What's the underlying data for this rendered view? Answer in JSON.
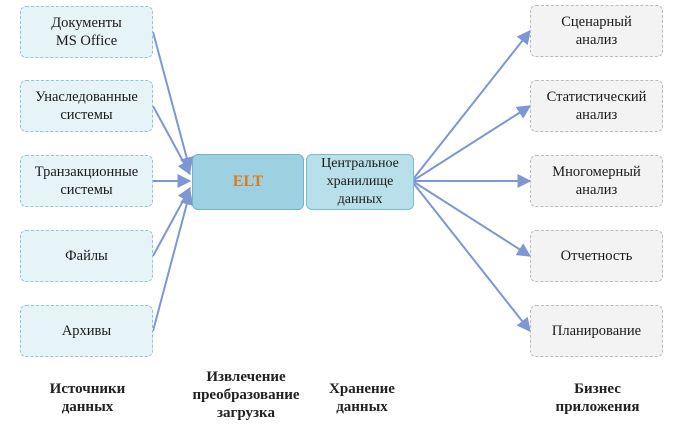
{
  "sources": [
    {
      "label": "Документы\nMS Office"
    },
    {
      "label": "Унаследованные\nсистемы"
    },
    {
      "label": "Транзакционные\nсистемы"
    },
    {
      "label": "Файлы"
    },
    {
      "label": "Архивы"
    }
  ],
  "process": {
    "label": "ELT"
  },
  "warehouse": {
    "label": "Центральное\nхранилище\nданных"
  },
  "applications": [
    {
      "label": "Сценарный\nанализ"
    },
    {
      "label": "Статистический\nанализ"
    },
    {
      "label": "Многомерный\nанализ"
    },
    {
      "label": "Отчетность"
    },
    {
      "label": "Планирование"
    }
  ],
  "captions": {
    "sources": "Источники\nданных",
    "extract": "Извлечение\nпреобразование\nзагрузка",
    "storage": "Хранение\nданных",
    "business": "Бизнес\nприложения"
  },
  "colors": {
    "arrow": "#7d97d4",
    "elt_text": "#e07a1a"
  }
}
